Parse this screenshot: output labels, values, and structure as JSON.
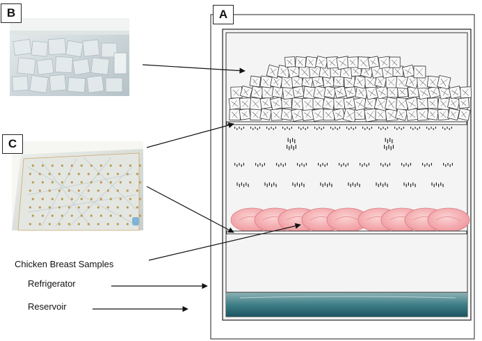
{
  "labels": {
    "a": "A",
    "b": "B",
    "c": "C"
  },
  "captions": {
    "chicken": "Chicken Breast Samples",
    "refrigerator": "Refrigerator",
    "reservoir": "Reservoir"
  },
  "colors": {
    "ice_photo_bg": "#cfd8dc",
    "tray_photo_bg": "#d9dfe0",
    "chicken": "#f4a9ad",
    "reservoir_top": "#7fa4a8",
    "reservoir_bottom": "#1f5b66",
    "drip": "#222222"
  }
}
